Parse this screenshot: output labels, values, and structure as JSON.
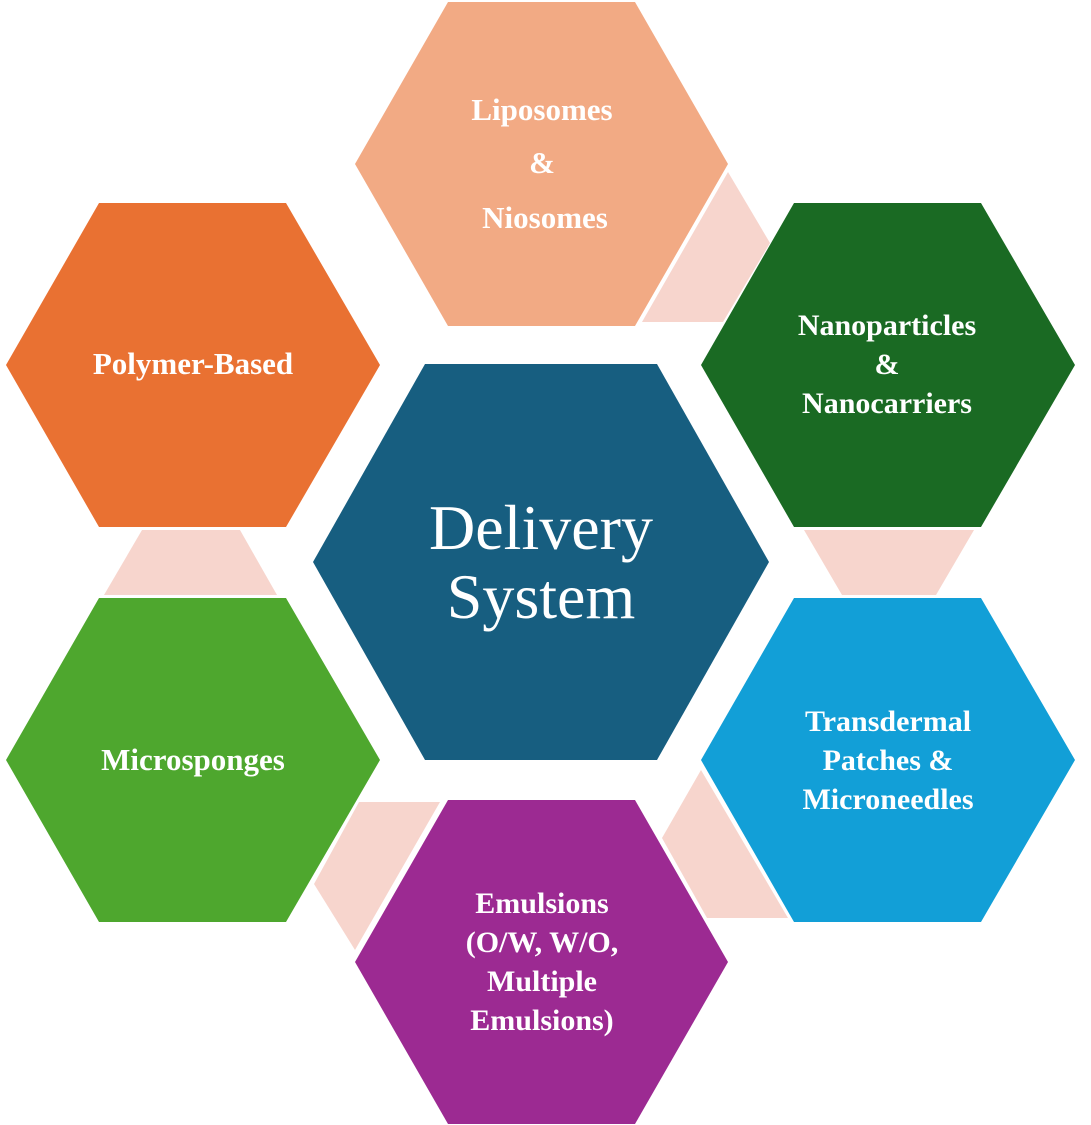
{
  "diagram": {
    "title": "Delivery System",
    "center": {
      "lines": [
        "Delivery",
        "System"
      ],
      "color": "#175E80"
    },
    "connector_color": "#F7D5CD",
    "nodes": [
      {
        "id": "liposomes-niosomes",
        "lines": [
          "Liposomes",
          "&",
          "Niosomes"
        ],
        "color": "#F2AA84"
      },
      {
        "id": "nanoparticles-nanocarriers",
        "lines": [
          "Nanoparticles",
          "&",
          "Nanocarriers"
        ],
        "color": "#1A6A23"
      },
      {
        "id": "transdermal-patches-microneedles",
        "lines": [
          "Transdermal",
          "Patches &",
          "Microneedles"
        ],
        "color": "#129FD7"
      },
      {
        "id": "emulsions",
        "lines": [
          "Emulsions",
          "(O/W, W/O,",
          "Multiple",
          "Emulsions)"
        ],
        "color": "#9C2A92"
      },
      {
        "id": "microsponges",
        "lines": [
          "Microsponges"
        ],
        "color": "#4EA72E"
      },
      {
        "id": "polymer-based",
        "lines": [
          "Polymer-Based"
        ],
        "color": "#E97132"
      }
    ]
  }
}
